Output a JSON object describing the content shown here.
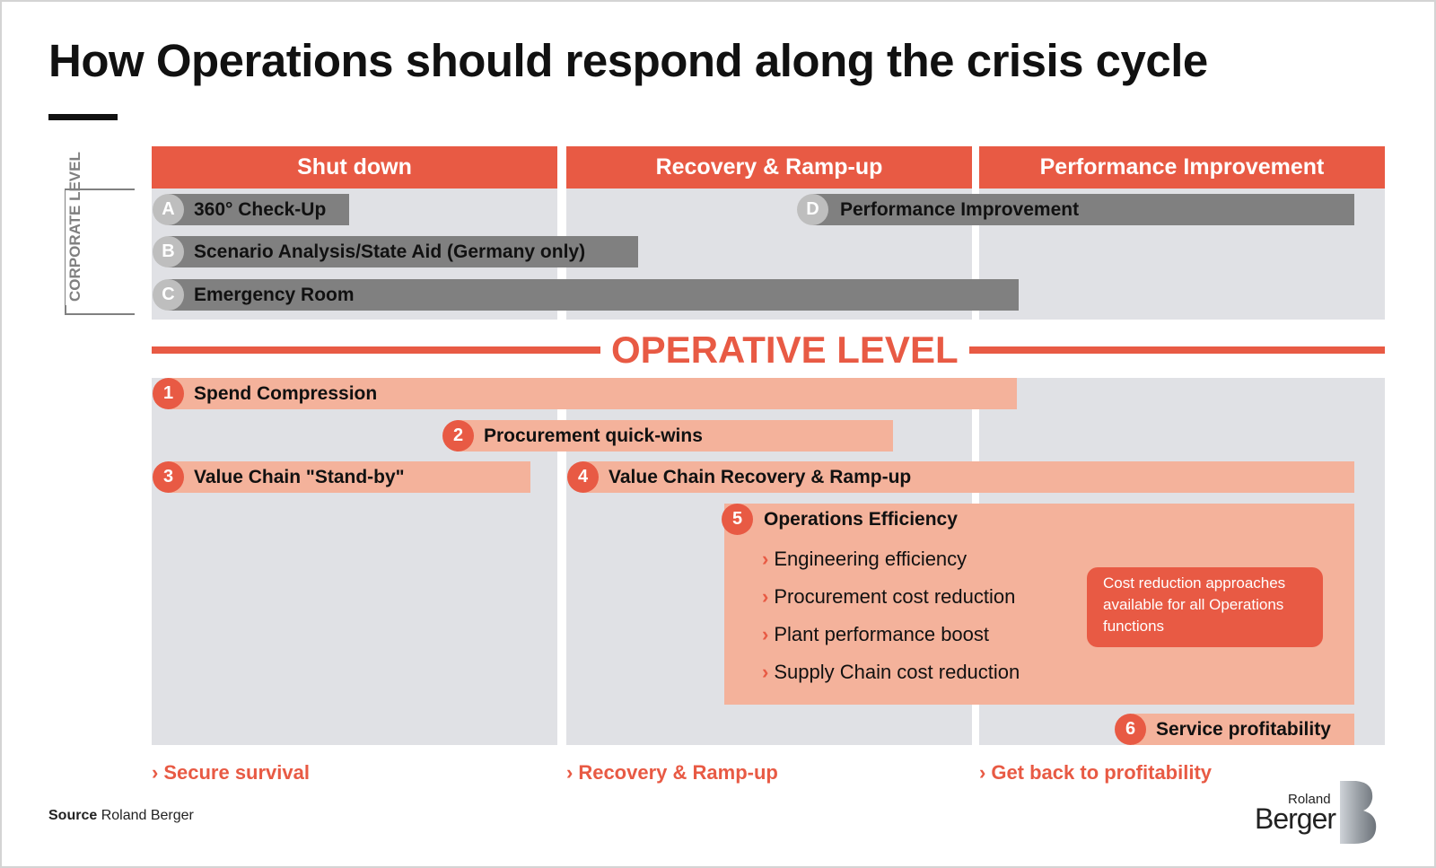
{
  "title": "How Operations should respond along the crisis cycle",
  "phases": [
    "Shut down",
    "Recovery & Ramp-up",
    "Performance Improvement"
  ],
  "corporate_level_label": "CORPORATE LEVEL",
  "corporate_bars": [
    {
      "badge": "A",
      "label": "360° Check-Up"
    },
    {
      "badge": "B",
      "label": "Scenario Analysis/State Aid (Germany only)"
    },
    {
      "badge": "C",
      "label": "Emergency Room"
    },
    {
      "badge": "D",
      "label": "Performance Improvement"
    }
  ],
  "operative_level_label": "OPERATIVE LEVEL",
  "operative_bars": [
    {
      "badge": "1",
      "label": "Spend Compression"
    },
    {
      "badge": "2",
      "label": "Procurement quick-wins"
    },
    {
      "badge": "3",
      "label": "Value Chain \"Stand-by\""
    },
    {
      "badge": "4",
      "label": "Value Chain Recovery & Ramp-up"
    },
    {
      "badge": "5",
      "label": "Operations Efficiency"
    },
    {
      "badge": "6",
      "label": "Service profitability"
    }
  ],
  "efficiency_items": [
    "Engineering efficiency",
    "Procurement cost reduction",
    "Plant performance boost",
    "Supply Chain cost reduction"
  ],
  "callout": "Cost reduction approaches available for all Operations functions",
  "outcomes": [
    "Secure survival",
    "Recovery & Ramp-up",
    "Get back to profitability"
  ],
  "source_label": "Source",
  "source_value": "Roland Berger",
  "logo": {
    "line1": "Roland",
    "line2": "Berger"
  },
  "colors": {
    "accent": "#e85a44",
    "light_accent": "#f4b29b",
    "gray_bar": "#808080",
    "column_bg": "#e0e1e5"
  }
}
